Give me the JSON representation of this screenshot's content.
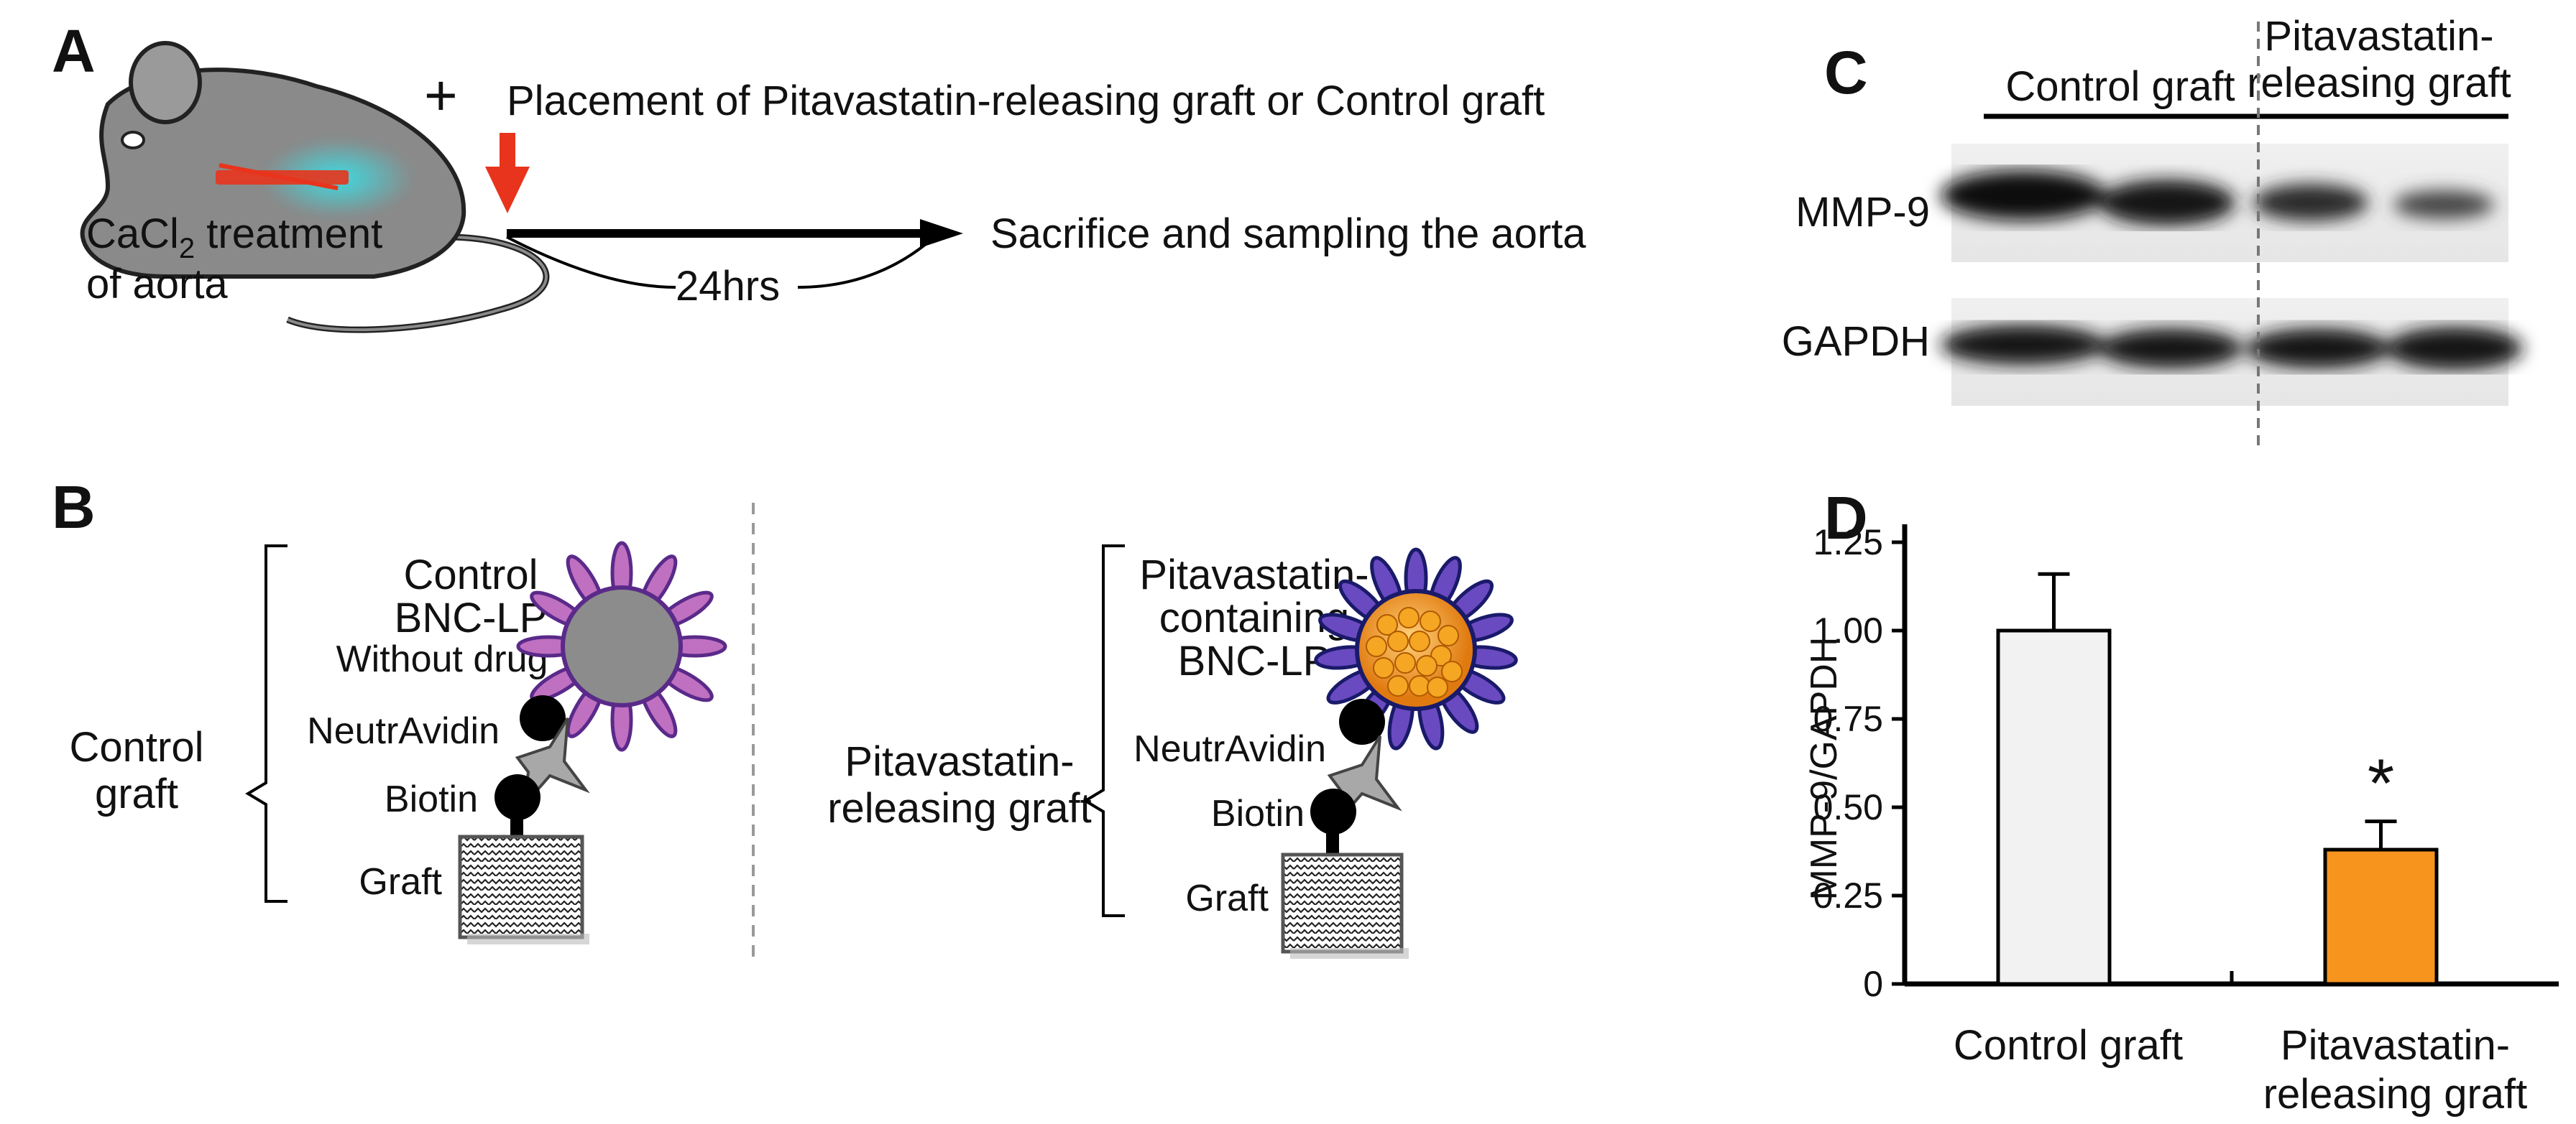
{
  "panel_a": {
    "label": "A",
    "plus": "+",
    "placement_text": "Placement of  Pitavastatin-releasing graft  or Control graft",
    "cacl_line1_pre": "CaCl",
    "cacl_sub": "2",
    "cacl_line1_post": " treatment",
    "cacl_line2": "of aorta",
    "sacrifice_text": "Sacrifice and sampling the aorta",
    "time_label": "24hrs",
    "arrow_color": "#e8341c"
  },
  "panel_b": {
    "label": "B",
    "control": {
      "group_label": [
        "Control",
        "graft"
      ],
      "particle_label": [
        "Control",
        "BNC-LP"
      ],
      "drug_label": "Without drug",
      "neutravidin": "NeutrAvidin",
      "biotin": "Biotin",
      "graft": "Graft"
    },
    "pitavastatin": {
      "group_label": [
        "Pitavastatin-",
        "releasing graft"
      ],
      "particle_label": [
        "Pitavastatin-",
        "containing",
        "BNC-LP"
      ],
      "neutravidin": "NeutrAvidin",
      "biotin": "Biotin",
      "graft": "Graft"
    }
  },
  "panel_c": {
    "label": "C",
    "col_control": "Control graft",
    "col_pitavastatin": [
      "Pitavastatin-",
      "releasing graft"
    ],
    "row_mmp9": "MMP-9",
    "row_gapdh": "GAPDH"
  },
  "panel_d": {
    "label": "D"
  },
  "chart_data": {
    "type": "bar",
    "categories": [
      "Control graft",
      "Pitavastatin-releasing graft"
    ],
    "category_lines": [
      [
        "Control graft"
      ],
      [
        "Pitavastatin-",
        "releasing graft"
      ]
    ],
    "values": [
      1.0,
      0.38
    ],
    "errors": [
      0.16,
      0.08
    ],
    "colors": [
      "#f2f2f2",
      "#f7941d"
    ],
    "significance": [
      "",
      "*"
    ],
    "ylabel": "MMP-9/GAPDH",
    "ylim": [
      0,
      1.25
    ],
    "yticks": [
      0,
      0.25,
      0.5,
      0.75,
      1.0,
      1.25
    ],
    "ytick_labels": [
      "0",
      "0.25",
      "0.50",
      "0.75",
      "1.00",
      "1.25"
    ]
  }
}
